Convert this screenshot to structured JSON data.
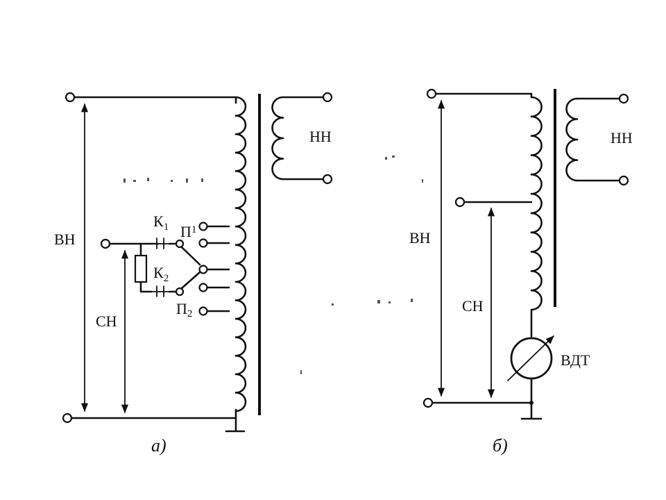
{
  "panel_a": {
    "label_vn": "ВН",
    "label_sn": "СН",
    "label_nn": "НН",
    "switch_k1": "К",
    "switch_k1_sub": "1",
    "switch_k2": "К",
    "switch_k2_sub": "2",
    "selector_p1": "П",
    "selector_p1_sub": "1",
    "selector_p2": "П",
    "selector_p2_sub": "2",
    "caption": "а)"
  },
  "panel_b": {
    "label_vn": "ВН",
    "label_sn": "СН",
    "label_nn": "НН",
    "label_vdt": "ВДТ",
    "caption": "б)"
  }
}
